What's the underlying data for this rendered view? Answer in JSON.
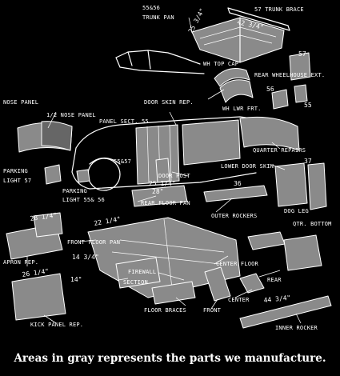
{
  "labels": {
    "trunk_pan": "55&56",
    "trunk_pan_2": "TRUNK PAN",
    "trunk_brace": "57 TRUNK BRACE",
    "wh_top_cap": "WH TOP CAP",
    "rear_wheelhouse_ext": "REAR WHEELHOUSE EXT.",
    "wh_lwr_frt": "WH LWR FRT.",
    "nose_panel": "NOSE PANEL",
    "half_nose_panel": "1/2 NOSE PANEL",
    "door_skin_rep": "DOOR SKIN REP.",
    "panel_sect": "PANEL SECT. 55",
    "quarter_repairs": "QUARTER REPAIRS",
    "lower_door_skin": "LOWER DOOR SKIN",
    "parking_light_57": "PARKING",
    "parking_light_57_2": "LIGHT 57",
    "parking_light_5556": "PARKING",
    "parking_light_5556_2": "LIGHT  55& 56",
    "door_post": "DOOR POST",
    "rear_floor_pan": "REAR FLOOR PAN",
    "outer_rockers": "OUTER ROCKERS",
    "dog_leg": "DOG LEG",
    "qtr_bottom": "QTR. BOTTOM",
    "front_floor_pan": "FRONT FLOOR PAN",
    "apron_rep": "APRON REP.",
    "center_floor": "CENTER FLOOR",
    "rear": "REAR",
    "firewall": "FIREWALL",
    "firewall_2": "SECTION",
    "center": "CENTER",
    "front": "FRONT",
    "floor_braces": "FLOOR BRACES",
    "kick_panel_rep": "KICK PANEL REP.",
    "inner_rocker": "INNER ROCKER",
    "fivefive_57": "55&57"
  },
  "dimensions": {
    "d_25_34_top": "25 3/4\"",
    "d_42_34": "42 3/4\"",
    "d_57": "57",
    "d_56": "56",
    "d_55": "55",
    "d_25_14": "25 1/4\"",
    "d_28": "28\"",
    "d_36": "36",
    "d_37": "37",
    "d_28_14": "28 1/4\"",
    "d_22_14": "22 1/4\"",
    "d_14_34": "14 3/4\"",
    "d_26_14": "26 1/4\"",
    "d_14": "14\"",
    "d_44_34": "44 3/4\""
  },
  "caption": "Areas in gray represents the parts we manufacture.",
  "colors": {
    "background": "#000000",
    "line": "#ffffff",
    "manufactured_part": "#8a8a8a"
  }
}
